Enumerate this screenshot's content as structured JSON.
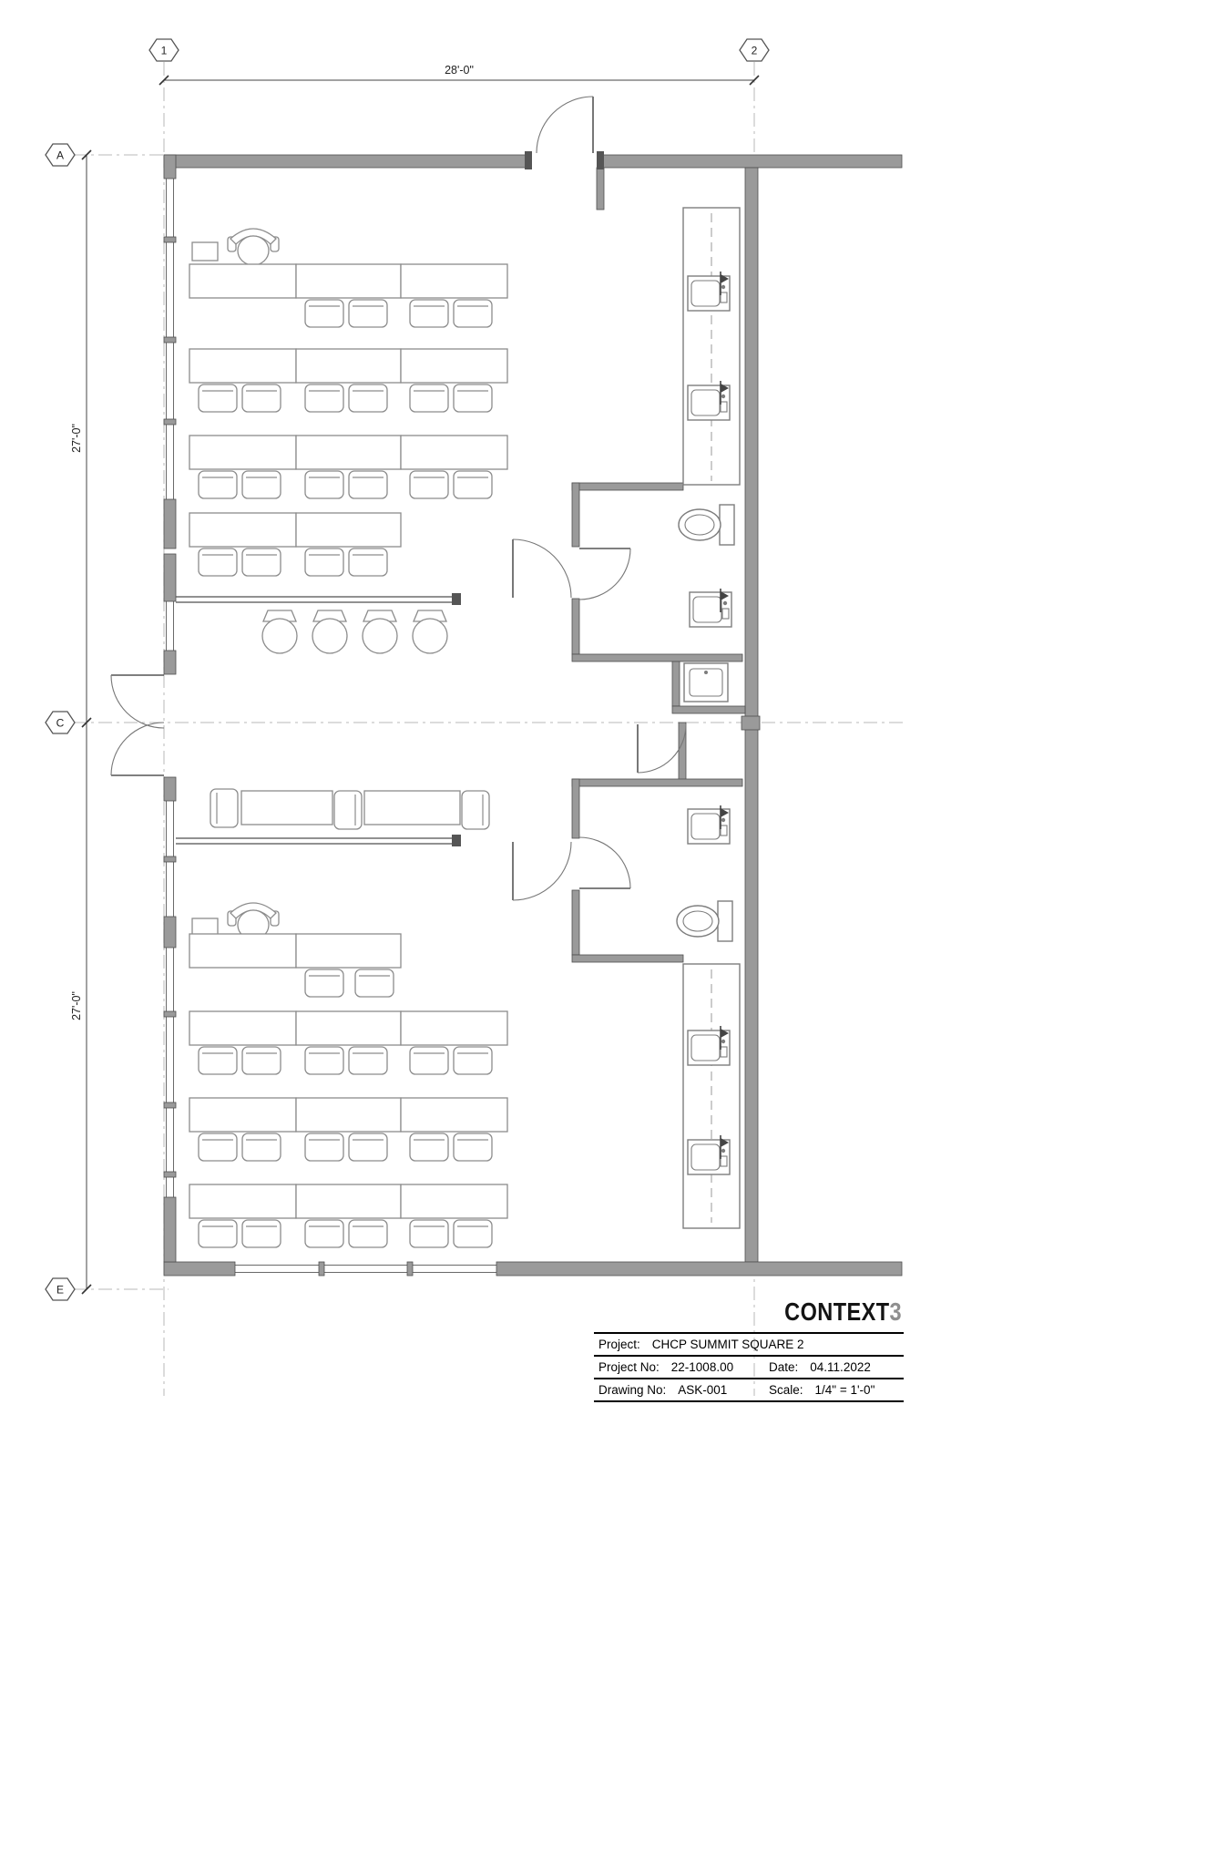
{
  "drawing": {
    "grid_markers": {
      "c1": "1",
      "c2": "2",
      "rA": "A",
      "rC": "C",
      "rE": "E"
    },
    "dimensions": {
      "top": "28'-0\"",
      "left_upper": "27'-0\"",
      "left_lower": "27'-0\""
    }
  },
  "title_block": {
    "logo_text": "CONTEXT",
    "logo_digit": "3",
    "project_label": "Project:",
    "project_value": "CHCP SUMMIT SQUARE 2",
    "project_no_label": "Project No:",
    "project_no_value": "22-1008.00",
    "date_label": "Date:",
    "date_value": "04.11.2022",
    "drawing_no_label": "Drawing No:",
    "drawing_no_value": "ASK-001",
    "scale_label": "Scale:",
    "scale_value": "1/4\" = 1'-0\""
  }
}
